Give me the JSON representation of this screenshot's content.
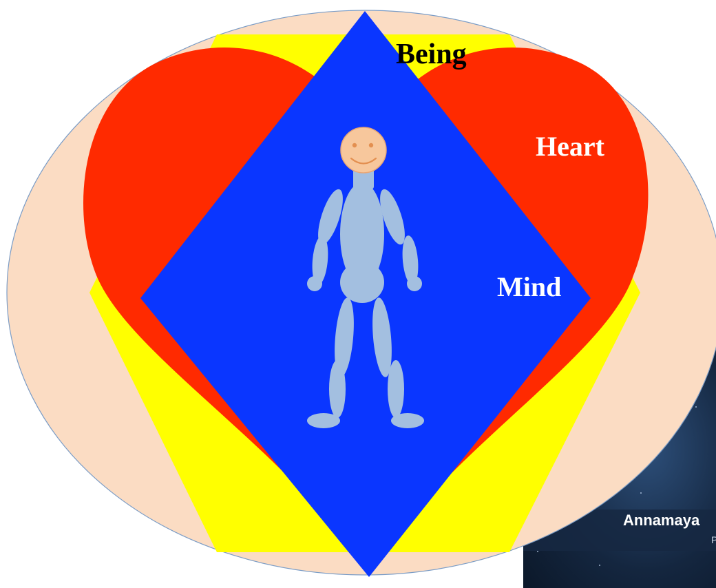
{
  "labels": {
    "being": "Being",
    "heart": "Heart",
    "mind": "Mind"
  },
  "background_panel": {
    "title": "Annamaya",
    "subtitle": "P"
  },
  "colors": {
    "oval": "#fbdcc3",
    "hexagon": "#ffff00",
    "heart": "#ff2a00",
    "diamond": "#0a36ff",
    "figure": "#a3bfe0",
    "head": "#f7c79c"
  }
}
